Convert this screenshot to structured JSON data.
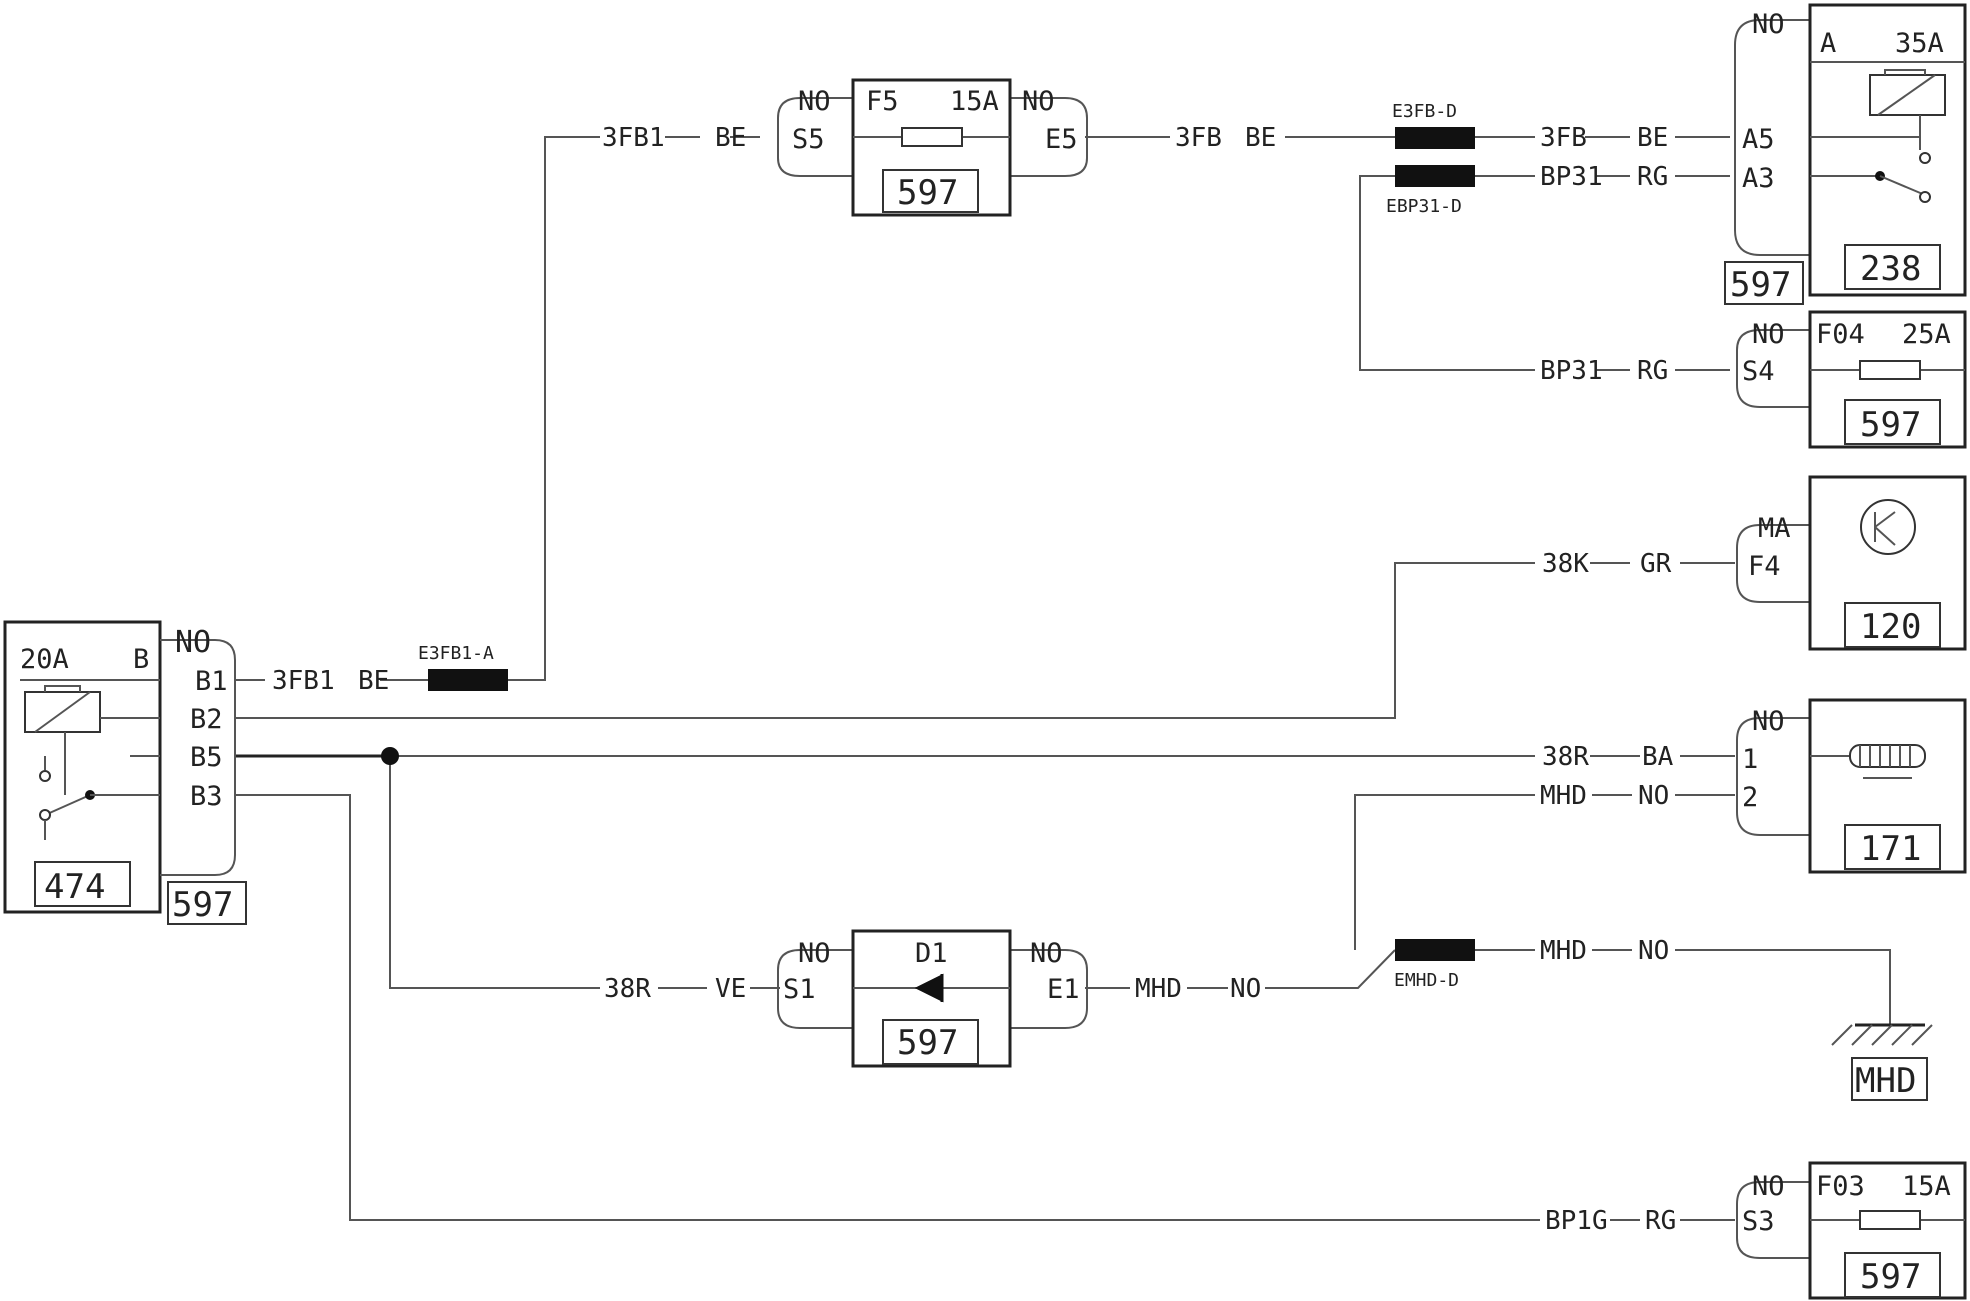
{
  "wire_labels": {
    "w1": "3FB1",
    "w1c": "BE",
    "w2": "3FB1",
    "w2c": "BE",
    "w3": "3FB",
    "w3c": "BE",
    "w4": "3FB",
    "w4c": "BE",
    "w5": "BP31",
    "w5c": "RG",
    "w6": "BP31",
    "w6c": "RG",
    "w7": "38K",
    "w7c": "GR",
    "w8": "38R",
    "w8c": "BA",
    "w9": "MHD",
    "w9c": "NO",
    "w10": "38R",
    "w10c": "VE",
    "w11": "MHD",
    "w11c": "NO",
    "w12": "MHD",
    "w12c": "NO",
    "w13": "BP1G",
    "w13c": "RG"
  },
  "connectors": {
    "e3fb1_a": "E3FB1-A",
    "e3fb_d": "E3FB-D",
    "ebp31_d": "EBP31-D",
    "emhd_d": "EMHD-D"
  },
  "comp_474": {
    "id": "474",
    "rating": "20A",
    "pin_label": "B"
  },
  "conn_597_left": {
    "id": "597",
    "color": "NO",
    "pins": [
      "B1",
      "B2",
      "B5",
      "B3"
    ]
  },
  "fuse_f5": {
    "name": "F5",
    "rating": "15A",
    "id": "597",
    "in_pin": "S5",
    "out_pin": "E5",
    "in_color": "NO",
    "out_color": "NO"
  },
  "relay_238": {
    "id": "238",
    "rating": "35A",
    "pin_label": "A",
    "pins": [
      "A5",
      "A3"
    ],
    "color": "NO",
    "conn_id": "597"
  },
  "fuse_f04": {
    "name": "F04",
    "rating": "25A",
    "id": "597",
    "pin": "S4",
    "color": "NO"
  },
  "comp_120": {
    "id": "120",
    "pin": "F4",
    "color": "MA"
  },
  "comp_171": {
    "id": "171",
    "pins": [
      "1",
      "2"
    ],
    "color": "NO"
  },
  "diode_d1": {
    "name": "D1",
    "id": "597",
    "in_pin": "S1",
    "out_pin": "E1",
    "in_color": "NO",
    "out_color": "NO"
  },
  "ground": {
    "label": "MHD"
  },
  "fuse_f03": {
    "name": "F03",
    "rating": "15A",
    "id": "597",
    "pin": "S3",
    "color": "NO"
  },
  "colors": {
    "line": "#555555",
    "ink": "#222222",
    "connector": "#111111"
  }
}
